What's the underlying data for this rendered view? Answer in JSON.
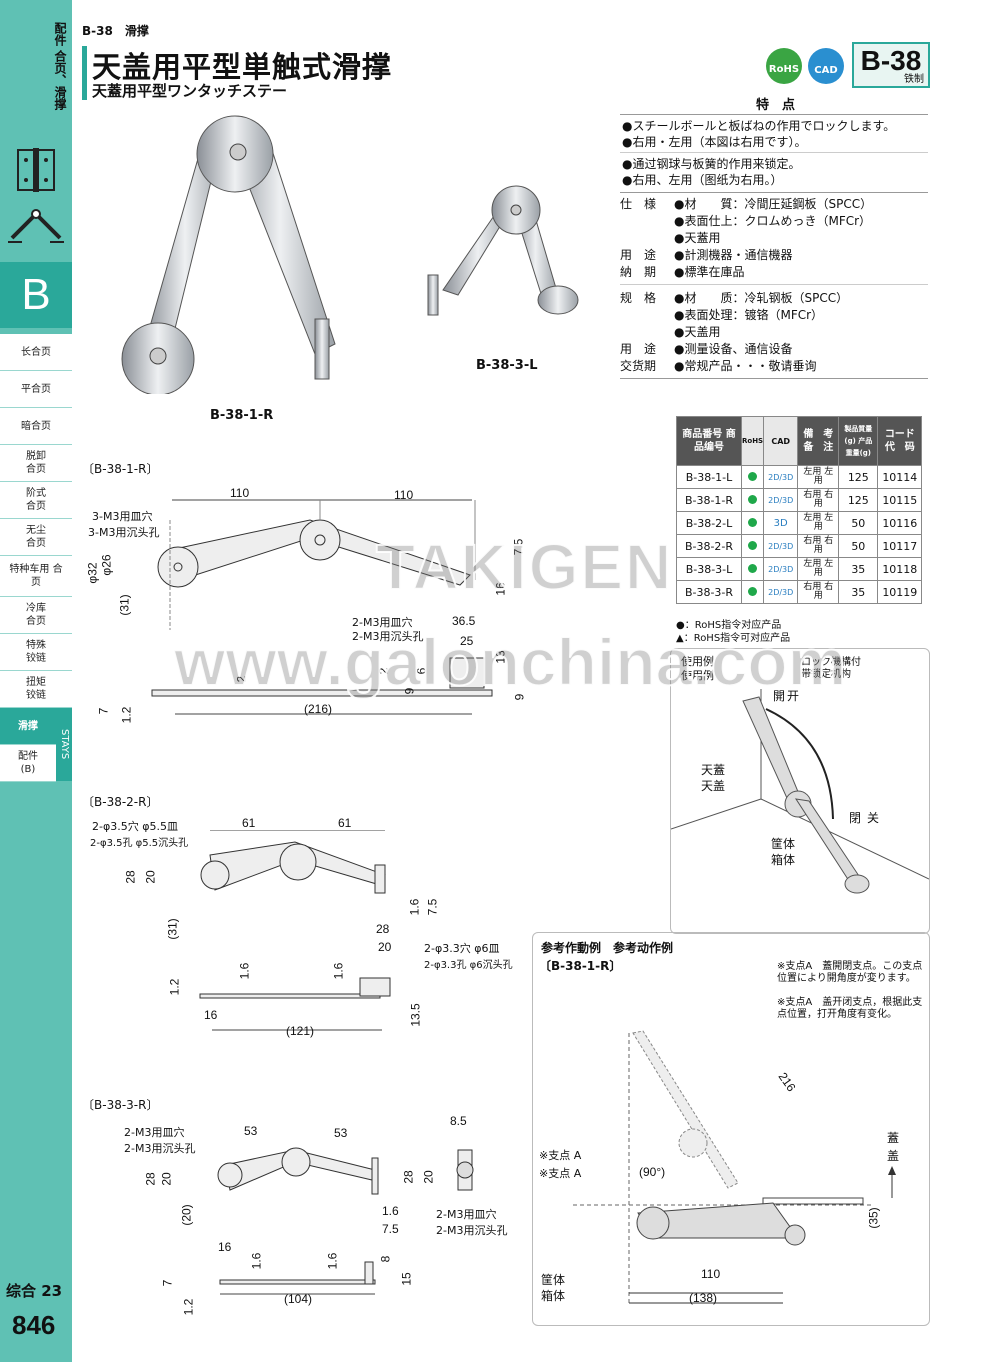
{
  "sidebar": {
    "top_category": "配件 合页、滑撑",
    "section_letter": "B",
    "items": [
      {
        "label": "长合页"
      },
      {
        "label": "平合页"
      },
      {
        "label": "暗合页"
      },
      {
        "label": "脱卸 合页"
      },
      {
        "label": "阶式 合页"
      },
      {
        "label": "无尘 合页"
      },
      {
        "label": "特种车用 合页"
      },
      {
        "label": "冷库 合页"
      },
      {
        "label": "特殊 铰链"
      },
      {
        "label": "扭矩 铰链"
      },
      {
        "label": "滑撑"
      },
      {
        "label": "配件 (B)"
      }
    ],
    "stays_label": "STAYS",
    "catalog_label": "综合 23",
    "page_number": "846"
  },
  "header": {
    "breadcrumb": "B-38　滑撑",
    "title": "天盖用平型単触式滑撑",
    "subtitle": "天蓋用平型ワンタッチステー",
    "rohs_badge": "RoHS",
    "cad_badge": "CAD",
    "code": "B-38",
    "material": "铁制"
  },
  "photos": {
    "label_large": "B-38-1-R",
    "label_small": "B-38-3-L"
  },
  "features": {
    "heading": "特　点",
    "jp": [
      "●スチールボールと板ばねの作用でロックします。",
      "●右用・左用（本図は右用です）。"
    ],
    "cn": [
      "●通过钢球与板簧的作用来锁定。",
      "●右用、左用（图纸为右用。）"
    ],
    "specs_jp": [
      {
        "k": "仕　様",
        "v": "●材　　質：冷間圧延鋼板（SPCC）"
      },
      {
        "k": "",
        "v": "●表面仕上：クロムめっき（MFCr）"
      },
      {
        "k": "",
        "v": "●天蓋用"
      },
      {
        "k": "用　途",
        "v": "●計測機器・通信機器"
      },
      {
        "k": "納　期",
        "v": "●標準在庫品"
      }
    ],
    "specs_cn": [
      {
        "k": "规　格",
        "v": "●材　　质：冷轧钢板（SPCC）"
      },
      {
        "k": "",
        "v": "●表面处理：镀铬（MFCr）"
      },
      {
        "k": "",
        "v": "●天盖用"
      },
      {
        "k": "用　途",
        "v": "●测量设备、通信设备"
      },
      {
        "k": "交货期",
        "v": "●常规产品・・・敬请垂询"
      }
    ]
  },
  "table": {
    "headers": [
      "商品番号 商品编号",
      "RoHS",
      "CAD",
      "備　考 备　注",
      "製品質量(g) 产品重量(g)",
      "コード 代　码"
    ],
    "rows": [
      {
        "part": "B-38-1-L",
        "cad": "2D/3D",
        "note": "左用 左用",
        "weight": "125",
        "code": "10114"
      },
      {
        "part": "B-38-1-R",
        "cad": "2D/3D",
        "note": "右用 右用",
        "weight": "125",
        "code": "10115"
      },
      {
        "part": "B-38-2-L",
        "cad": "3D",
        "note": "左用 左用",
        "weight": "50",
        "code": "10116"
      },
      {
        "part": "B-38-2-R",
        "cad": "2D/3D",
        "note": "右用 右用",
        "weight": "50",
        "code": "10117"
      },
      {
        "part": "B-38-3-L",
        "cad": "2D/3D",
        "note": "左用 左用",
        "weight": "35",
        "code": "10118"
      },
      {
        "part": "B-38-3-R",
        "cad": "2D/3D",
        "note": "右用 右用",
        "weight": "35",
        "code": "10119"
      }
    ],
    "legend1": "●：RoHS指令对应产品",
    "legend2": "▲：RoHS指令可对应产品"
  },
  "usage": {
    "title_jp": "使用例",
    "title_cn": "使用例",
    "lock_jp": "ロック機構付",
    "lock_cn": "带锁定机构",
    "open": "开",
    "close": "关",
    "open_mark": "開",
    "close_mark": "閉",
    "lid_jp": "天蓋",
    "lid_cn": "天盖",
    "box_jp": "筐体",
    "box_cn": "箱体"
  },
  "reference": {
    "title": "参考作動例　参考动作例",
    "model": "〔B-38-1-R〕",
    "note_jp": "※支点A　蓋開閉支点。この支点位置により開角度が変ります。",
    "note_cn": "※支点A　盖开闭支点，根据此支点位置，打开角度有变化。",
    "pivot_jp": "※支点 A",
    "pivot_cn": "※支点 A",
    "lid_jp": "蓋",
    "lid_cn": "盖",
    "box_jp": "筐体",
    "box_cn": "箱体",
    "dims": [
      "216",
      "(90°)",
      "110",
      "(138)",
      "(35)"
    ]
  },
  "drawings": {
    "d1": {
      "title": "〔B-38-1-R〕",
      "hole_jp": "3-M3用皿穴",
      "hole_cn": "3-M3用沉头孔",
      "hole2_jp": "2-M3用皿穴",
      "hole2_cn": "2-M3用沉头孔",
      "dims": [
        "110",
        "110",
        "φ32",
        "φ26",
        "(31)",
        "7.5",
        "16",
        "36.5",
        "25",
        "13",
        "2",
        "2",
        "9",
        "6",
        "9",
        "7",
        "1.2",
        "(216)"
      ]
    },
    "d2": {
      "title": "〔B-38-2-R〕",
      "hole_jp": "2-φ3.5穴 φ5.5皿",
      "hole_cn": "2-φ3.5孔 φ5.5沉头孔",
      "hole2_jp": "2-φ3.3穴 φ6皿",
      "hole2_cn": "2-φ3.3孔 φ6沉头孔",
      "dims": [
        "61",
        "61",
        "28",
        "20",
        "(31)",
        "1.6",
        "7.5",
        "28",
        "20",
        "1.6",
        "1.6",
        "1.2",
        "16",
        "13.5",
        "(121)"
      ]
    },
    "d3": {
      "title": "〔B-38-3-R〕",
      "hole_jp": "2-M3用皿穴",
      "hole_cn": "2-M3用沉头孔",
      "hole2_jp": "2-M3用皿穴",
      "hole2_cn": "2-M3用沉头孔",
      "dims": [
        "53",
        "53",
        "28",
        "20",
        "(20)",
        "8.5",
        "28",
        "20",
        "1.6",
        "7.5",
        "16",
        "1.6",
        "1.6",
        "8",
        "7",
        "1.2",
        "15",
        "(104)"
      ]
    }
  },
  "watermark": {
    "line1": "TAKIGEN",
    "line2": "www.galonchina.com"
  }
}
